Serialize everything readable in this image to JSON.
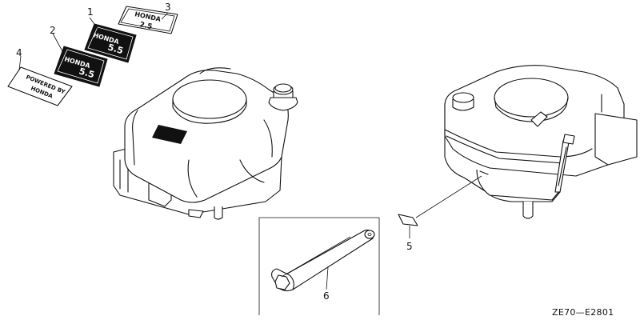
{
  "callouts": [
    "1",
    "2",
    "3",
    "4",
    "5",
    "6"
  ],
  "diagram_code": "ZE70—E2801",
  "labels": {
    "label_3_line1": "HONDA",
    "label_3_line2": "2.5",
    "label_4_line1": "POWERED BY",
    "label_4_line2": "HONDA",
    "label_1_brand": "HONDA",
    "label_1_value": "5.5",
    "label_2_brand": "HONDA",
    "label_2_value": "5.5"
  }
}
